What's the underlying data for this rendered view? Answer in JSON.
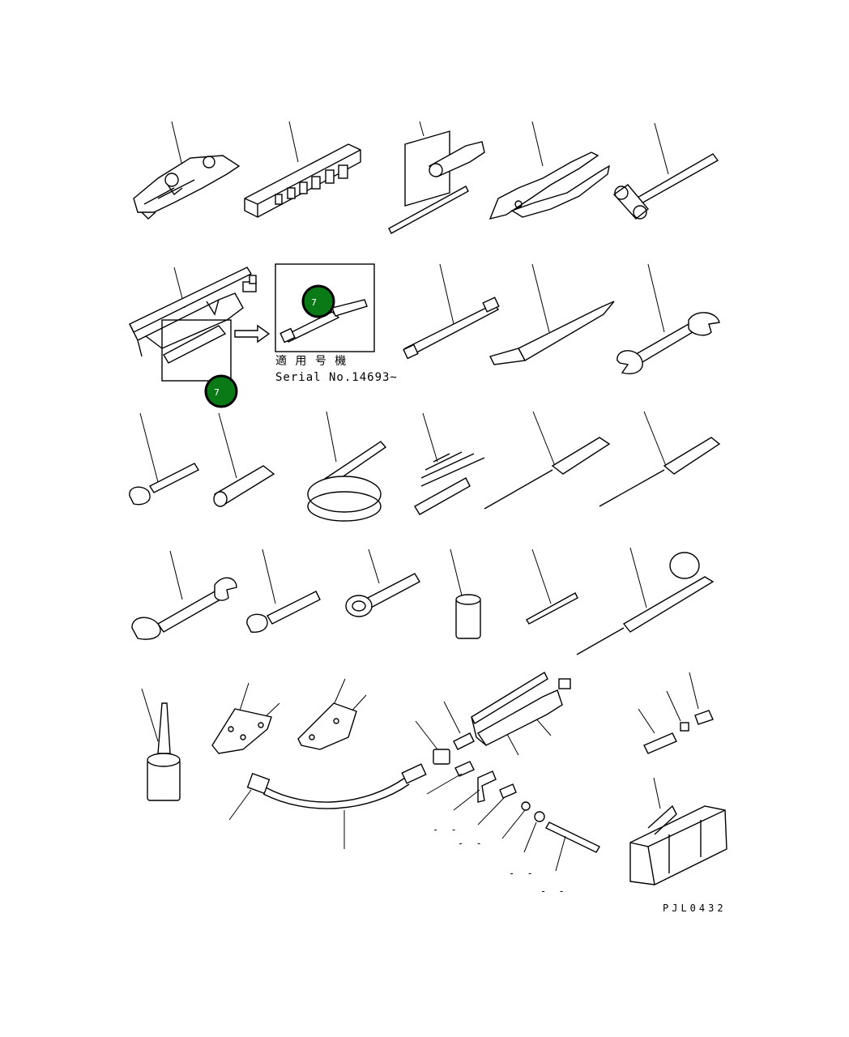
{
  "callouts": [
    {
      "label": "7",
      "color": "#0a7a16"
    },
    {
      "label": "7",
      "color": "#0a7a16"
    }
  ],
  "applicability_note": {
    "japanese": "適 用 号 機",
    "serial": "Serial No.14693~"
  },
  "drawing_code": "PJL0432",
  "small_marks": [
    "-  -",
    "-  -",
    "-  -",
    "-  -"
  ]
}
